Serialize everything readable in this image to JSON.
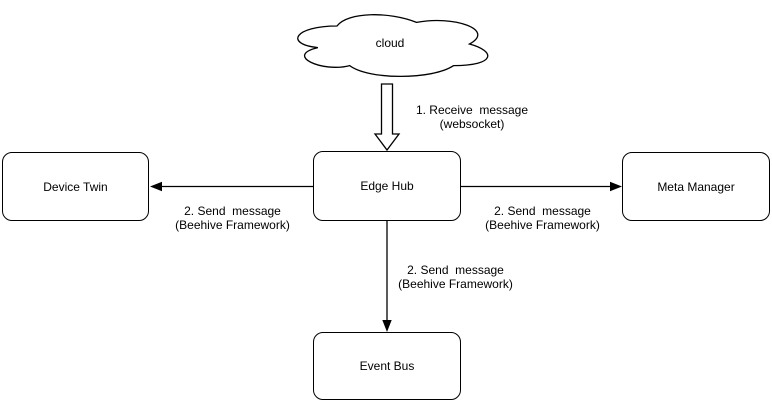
{
  "diagram": {
    "cloud_label": "cloud",
    "nodes": {
      "edge_hub": "Edge Hub",
      "device_twin": "Device Twin",
      "meta_manager": "Meta Manager",
      "event_bus": "Event Bus"
    },
    "edges": {
      "receive": {
        "line1": "1. Receive  message",
        "line2": "(websocket)"
      },
      "send_left": {
        "line1": "2. Send  message",
        "line2": "(Beehive Framework)"
      },
      "send_right": {
        "line1": "2. Send  message",
        "line2": "(Beehive Framework)"
      },
      "send_down": {
        "line1": "2. Send  message",
        "line2": "(Beehive Framework)"
      }
    },
    "colors": {
      "stroke": "#000000",
      "fill": "#ffffff",
      "background": "#ffffff"
    }
  }
}
